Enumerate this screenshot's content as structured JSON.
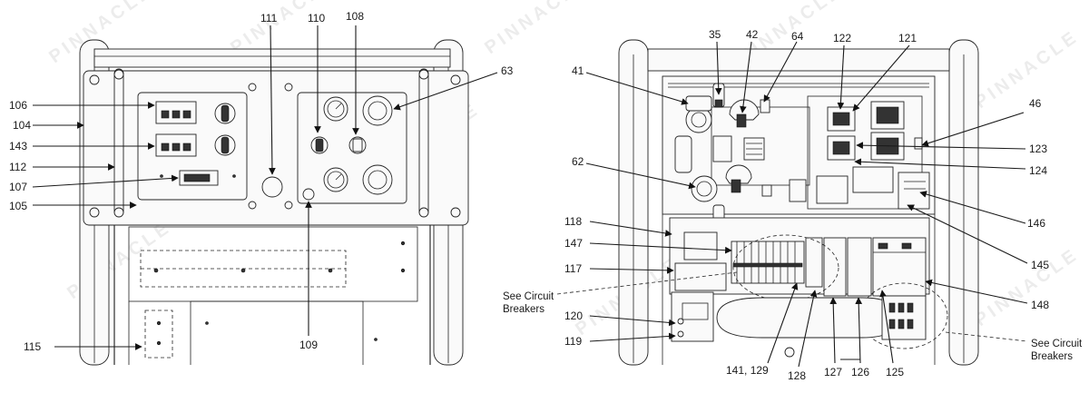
{
  "watermark": "PINNACLE",
  "callouts": {
    "c106": "106",
    "c104": "104",
    "c143": "143",
    "c112": "112",
    "c107": "107",
    "c105": "105",
    "c111": "111",
    "c110": "110",
    "c108": "108",
    "c109": "109",
    "c63": "63",
    "c115": "115",
    "c41": "41",
    "c35": "35",
    "c42": "42",
    "c64": "64",
    "c122": "122",
    "c121": "121",
    "c46": "46",
    "c123": "123",
    "c124": "124",
    "c62": "62",
    "c146": "146",
    "c118": "118",
    "c147": "147",
    "c117": "117",
    "c145": "145",
    "c148": "148",
    "c120": "120",
    "c119": "119",
    "c141_129": "141, 129",
    "c128": "128",
    "c127": "127",
    "c126": "126",
    "c125": "125"
  },
  "notes": {
    "see_circuit_left_1": "See Circuit",
    "see_circuit_left_2": "Breakers",
    "see_circuit_right_1": "See Circuit",
    "see_circuit_right_2": "Breakers"
  }
}
